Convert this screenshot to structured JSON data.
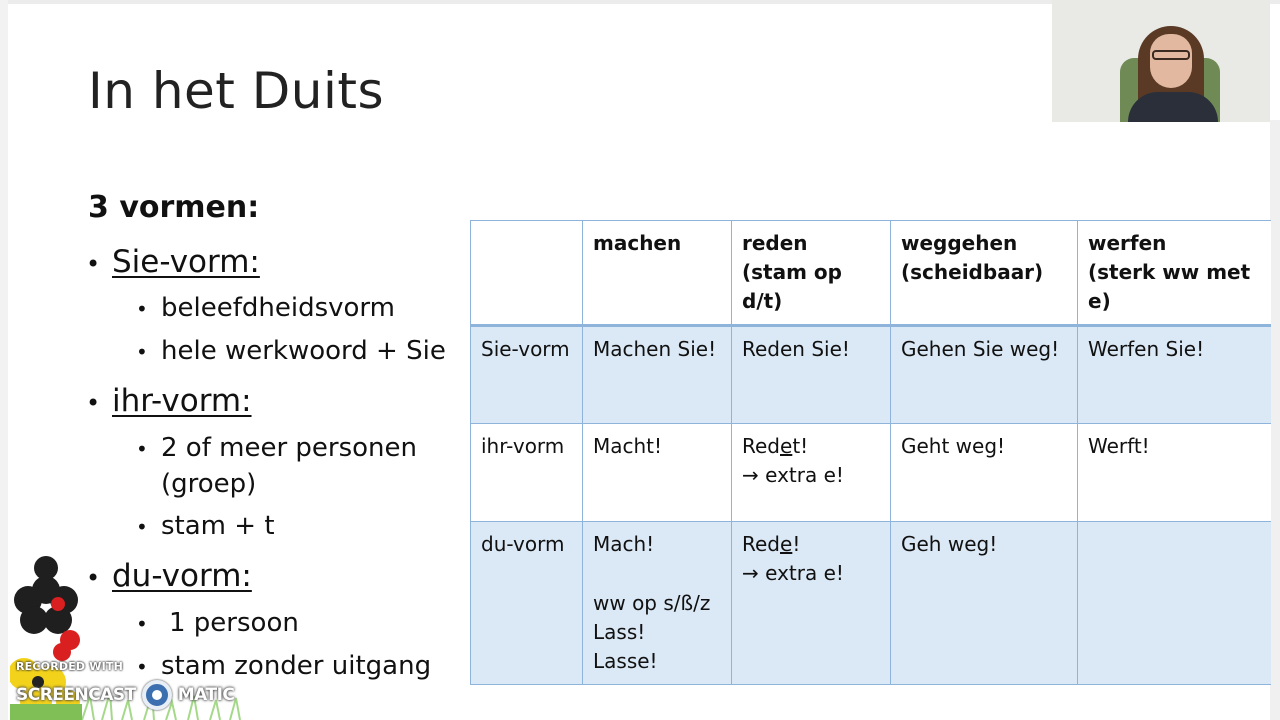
{
  "slide": {
    "title": "In het Duits",
    "heading": "3 vormen:",
    "bullets": [
      {
        "label": "Sie-vorm:",
        "sub": [
          "beleefdheidsvorm",
          "hele werkwoord + Sie"
        ]
      },
      {
        "label": "ihr-vorm:",
        "sub": [
          "2 of meer personen",
          "(groep)",
          "stam + t"
        ]
      },
      {
        "label": "du-vorm:",
        "sub": [
          "1 persoon",
          "stam zonder uitgang"
        ]
      }
    ],
    "bullet_symbol": "•"
  },
  "table": {
    "headers": [
      {
        "line1": "",
        "line2": ""
      },
      {
        "line1": "machen",
        "line2": ""
      },
      {
        "line1": "reden",
        "line2": "(stam op d/t)"
      },
      {
        "line1": "weggehen",
        "line2": "(scheidbaar)"
      },
      {
        "line1": "werfen",
        "line2": "(sterk ww met e)"
      }
    ],
    "rows": {
      "sie": {
        "form": "Sie-vorm",
        "machen": "Machen Sie!",
        "reden": "Reden Sie!",
        "weggehen": "Gehen Sie weg!",
        "werfen": "Werfen Sie!"
      },
      "ihr": {
        "form": "ihr-vorm",
        "machen": "Macht!",
        "reden_pre": "Red",
        "reden_u": "e",
        "reden_post": "t!",
        "reden_note": "→ extra e!",
        "weggehen": "Geht weg!",
        "werfen": "Werft!"
      },
      "du": {
        "form": "du-vorm",
        "machen": "Mach!",
        "machen_note1": "ww op s/ß/z",
        "machen_note2": "Lass!",
        "machen_note3": "Lasse!",
        "reden_pre": "Red",
        "reden_u": "e",
        "reden_post": "!",
        "reden_note": "→ extra e!",
        "weggehen": "Geh weg!",
        "werfen": ""
      }
    }
  },
  "watermark": {
    "recorded": "RECORDED WITH",
    "brand_left": "SCREENCAST",
    "brand_right": "MATIC"
  },
  "colors": {
    "table_border": "#8fb4dc",
    "band_fill": "#dbe8f5"
  }
}
